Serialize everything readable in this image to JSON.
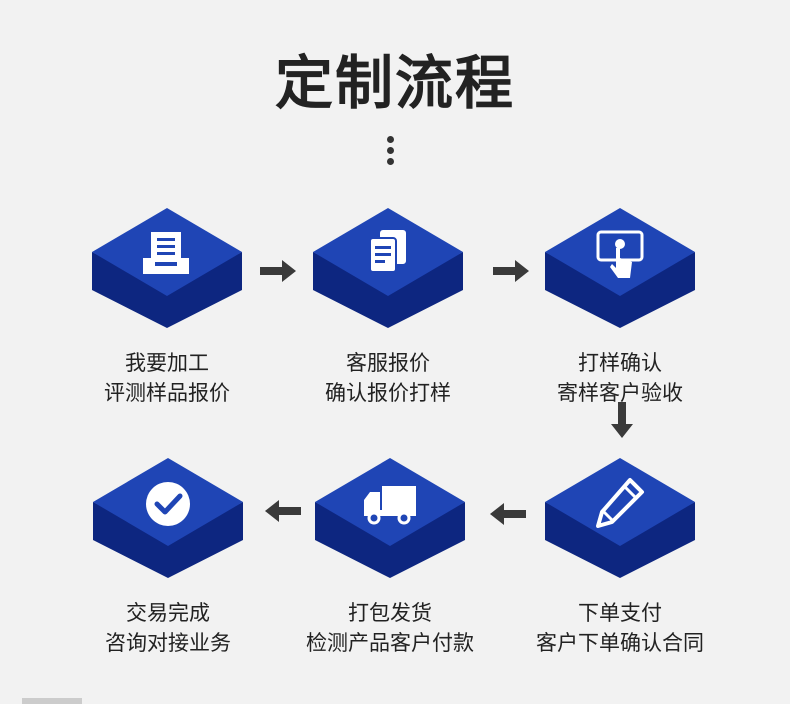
{
  "title": "定制流程",
  "steps": [
    {
      "line1": "我要加工",
      "line2": "评测样品报价",
      "icon": "inbox-tray-icon"
    },
    {
      "line1": "客服报价",
      "line2": "确认报价打样",
      "icon": "documents-icon"
    },
    {
      "line1": "打样确认",
      "line2": "寄样客户验收",
      "icon": "tablet-touch-icon"
    },
    {
      "line1": "下单支付",
      "line2": "客户下单确认合同",
      "icon": "pencil-icon"
    },
    {
      "line1": "打包发货",
      "line2": "检测产品客户付款",
      "icon": "truck-icon"
    },
    {
      "line1": "交易完成",
      "line2": "咨询对接业务",
      "icon": "check-circle-icon"
    }
  ],
  "colors": {
    "block_top": "#1a3fa8",
    "block_side": "#0f2a80",
    "icon": "#ffffff",
    "arrow": "#3a3a3a",
    "text": "#222222"
  }
}
